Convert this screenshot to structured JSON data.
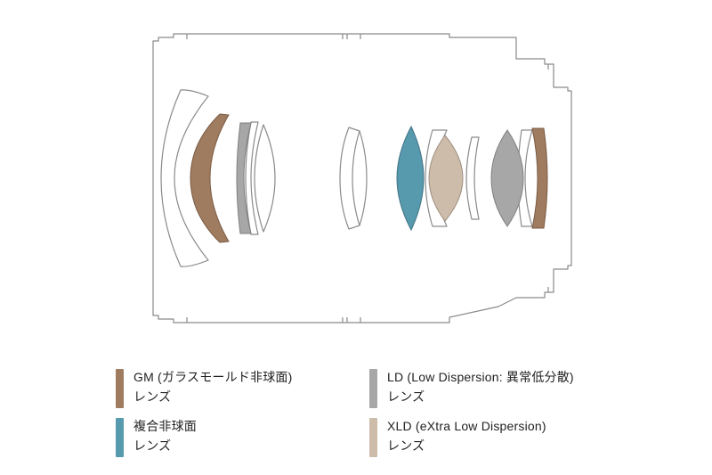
{
  "colors": {
    "outline": "#8a8a8a",
    "gm": "#9f7b5f",
    "aspherical": "#5799ad",
    "ld": "#a7a7a7",
    "xld": "#cdbcaa"
  },
  "legend": [
    {
      "id": "gm",
      "line1": "GM (ガラスモールド非球面)",
      "line2": "レンズ",
      "color": "#9f7b5f"
    },
    {
      "id": "ld",
      "line1": "LD (Low Dispersion: 異常低分散)",
      "line2": "レンズ",
      "color": "#a7a7a7"
    },
    {
      "id": "aspherical",
      "line1": "複合非球面",
      "line2": "レンズ",
      "color": "#5799ad"
    },
    {
      "id": "xld",
      "line1": "XLD (eXtra Low Dispersion)",
      "line2": "レンズ",
      "color": "#cdbcaa"
    }
  ]
}
